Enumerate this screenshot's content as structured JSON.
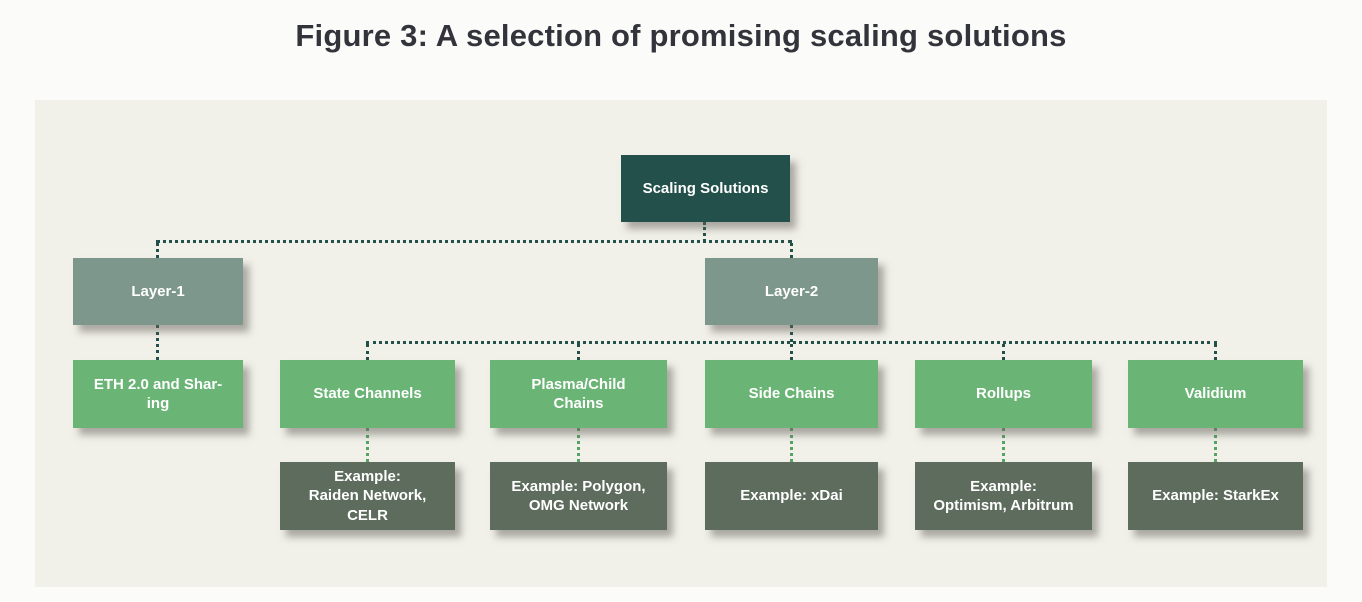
{
  "page": {
    "title": "Figure 3: A selection of promising scaling solutions"
  },
  "colors": {
    "root_box": "#23504a",
    "layer_box": "#7e978d",
    "solution_box": "#6ab475",
    "example_box": "#5e6c5e",
    "panel_background": "#f1f0e9",
    "connector_dark": "#23504a",
    "connector_green": "#54a565",
    "title_text": "#33343b",
    "box_text": "#ffffff"
  },
  "diagram": {
    "root": {
      "label": "Scaling Solutions"
    },
    "layers": [
      {
        "label": "Layer-1"
      },
      {
        "label": "Layer-2"
      }
    ],
    "solutions": [
      {
        "label": "ETH 2.0 and Shar-\ning",
        "parent": "Layer-1"
      },
      {
        "label": "State Channels",
        "parent": "Layer-2",
        "example": "Example:\nRaiden Network,\nCELR"
      },
      {
        "label": "Plasma/Child\nChains",
        "parent": "Layer-2",
        "example": "Example: Polygon,\nOMG Network"
      },
      {
        "label": "Side Chains",
        "parent": "Layer-2",
        "example": "Example: xDai"
      },
      {
        "label": "Rollups",
        "parent": "Layer-2",
        "example": "Example:\nOptimism, Arbitrum"
      },
      {
        "label": "Validium",
        "parent": "Layer-2",
        "example": "Example: StarkEx"
      }
    ]
  }
}
